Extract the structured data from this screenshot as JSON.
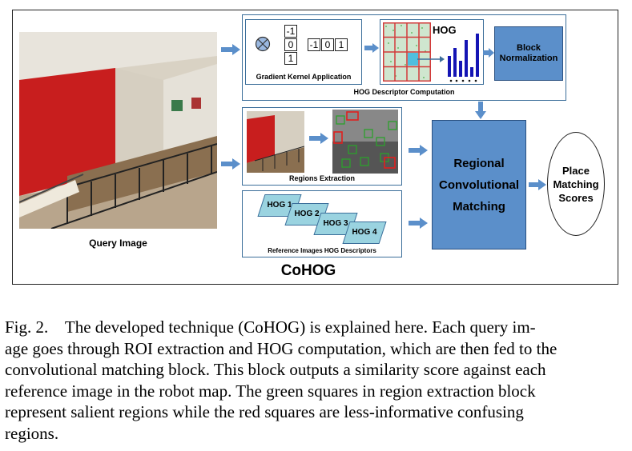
{
  "diagram": {
    "title": "CoHOG",
    "query_image_label": "Query Image",
    "hog_section": {
      "title": "HOG Descriptor Computation",
      "gradient_kernel": {
        "label": "Gradient Kernel Application",
        "vertical_values": [
          "-1",
          "0",
          "1"
        ],
        "horizontal_values": [
          "-1",
          "0",
          "1"
        ]
      },
      "hog_label": "HOG",
      "block_normalization": "Block Normalization"
    },
    "regions_extraction_label": "Regions Extraction",
    "reference_section": {
      "label": "Reference Images HOG Descriptors",
      "items": [
        "HOG 1",
        "HOG 2",
        "HOG 3",
        "HOG 4"
      ]
    },
    "regional_convolutional_matching": "Regional Convolutional Matching",
    "place_matching_scores": "Place Matching Scores",
    "colors": {
      "accent_blue": "#5b8fca",
      "border_blue": "#3b6e9a",
      "hog_bar_blue": "#1414b4",
      "parallelogram": "#9ad3e0"
    }
  },
  "caption": {
    "lines": [
      "Fig. 2.    The developed technique (CoHOG) is explained here. Each query im-",
      "age goes through ROI extraction and HOG computation, which are then fed to the",
      "convolutional matching block. This block outputs a similarity score against each",
      "reference image in the robot map. The green squares in region extraction block",
      "represent salient regions while the red squares are less-informative confusing",
      "regions."
    ]
  }
}
